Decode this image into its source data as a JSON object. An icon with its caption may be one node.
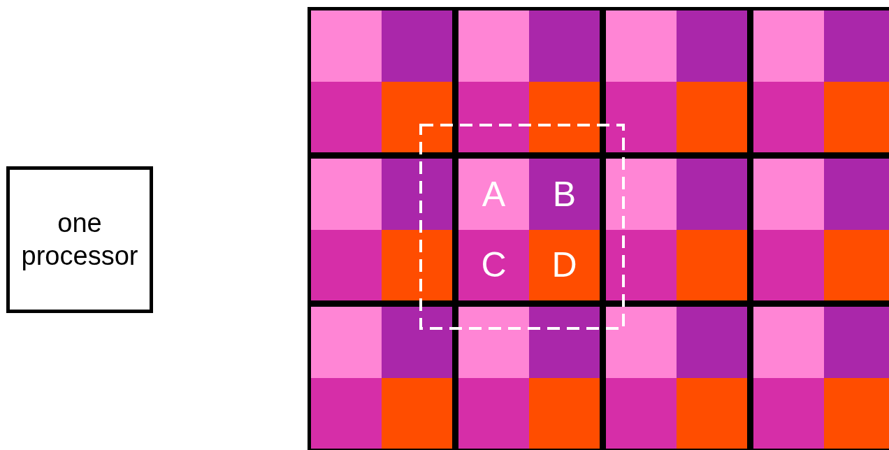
{
  "diagram": {
    "nodes": [
      {
        "text": [
          "one processor"
        ]
      },
      {
        "text": [],
        "shape": "box"
      },
      {
        "text": [],
        "shape": "box"
      },
      {
        "text": [],
        "shape": "box"
      },
      {
        "text": [],
        "shape": "box"
      },
      {
        "text": [],
        "shape": "box"
      },
      {
        "text": [],
        "shape": "box"
      },
      {
        "text": [],
        "shape": "box"
      },
      {
        "text": [],
        "shape": "box"
      },
      {
        "text": [],
        "shape": "box"
      },
      {
        "text": [],
        "shape": "box"
      },
      {
        "text": [],
        "shape": "box"
      },
      {
        "text": [],
        "shape": "box"
      },
      {
        "text": [
          "A"
        ],
        "in": 6
      },
      {
        "text": [
          "B"
        ],
        "in": 6
      },
      {
        "text": [
          "C"
        ],
        "in": 6
      },
      {
        "text": [
          "D"
        ],
        "in": 6
      }
    ]
  }
}
